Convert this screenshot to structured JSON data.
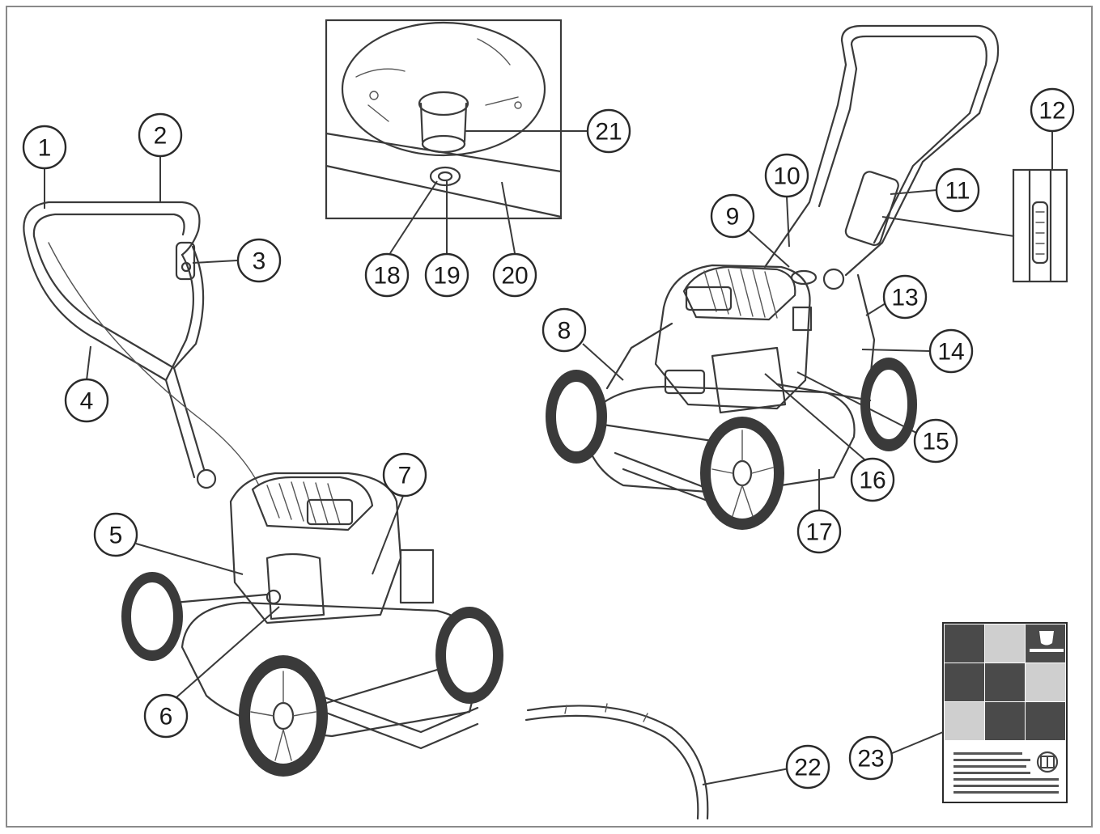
{
  "callouts": {
    "c1": "1",
    "c2": "2",
    "c3": "3",
    "c4": "4",
    "c5": "5",
    "c6": "6",
    "c7": "7",
    "c8": "8",
    "c9": "9",
    "c10": "10",
    "c11": "11",
    "c12": "12",
    "c13": "13",
    "c14": "14",
    "c15": "15",
    "c16": "16",
    "c17": "17",
    "c18": "18",
    "c19": "19",
    "c20": "20",
    "c21": "21",
    "c22": "22",
    "c23": "23"
  },
  "manual_colors": {
    "dark": "#4a4a4a",
    "light": "#cfcfcf",
    "line": "#555555"
  }
}
